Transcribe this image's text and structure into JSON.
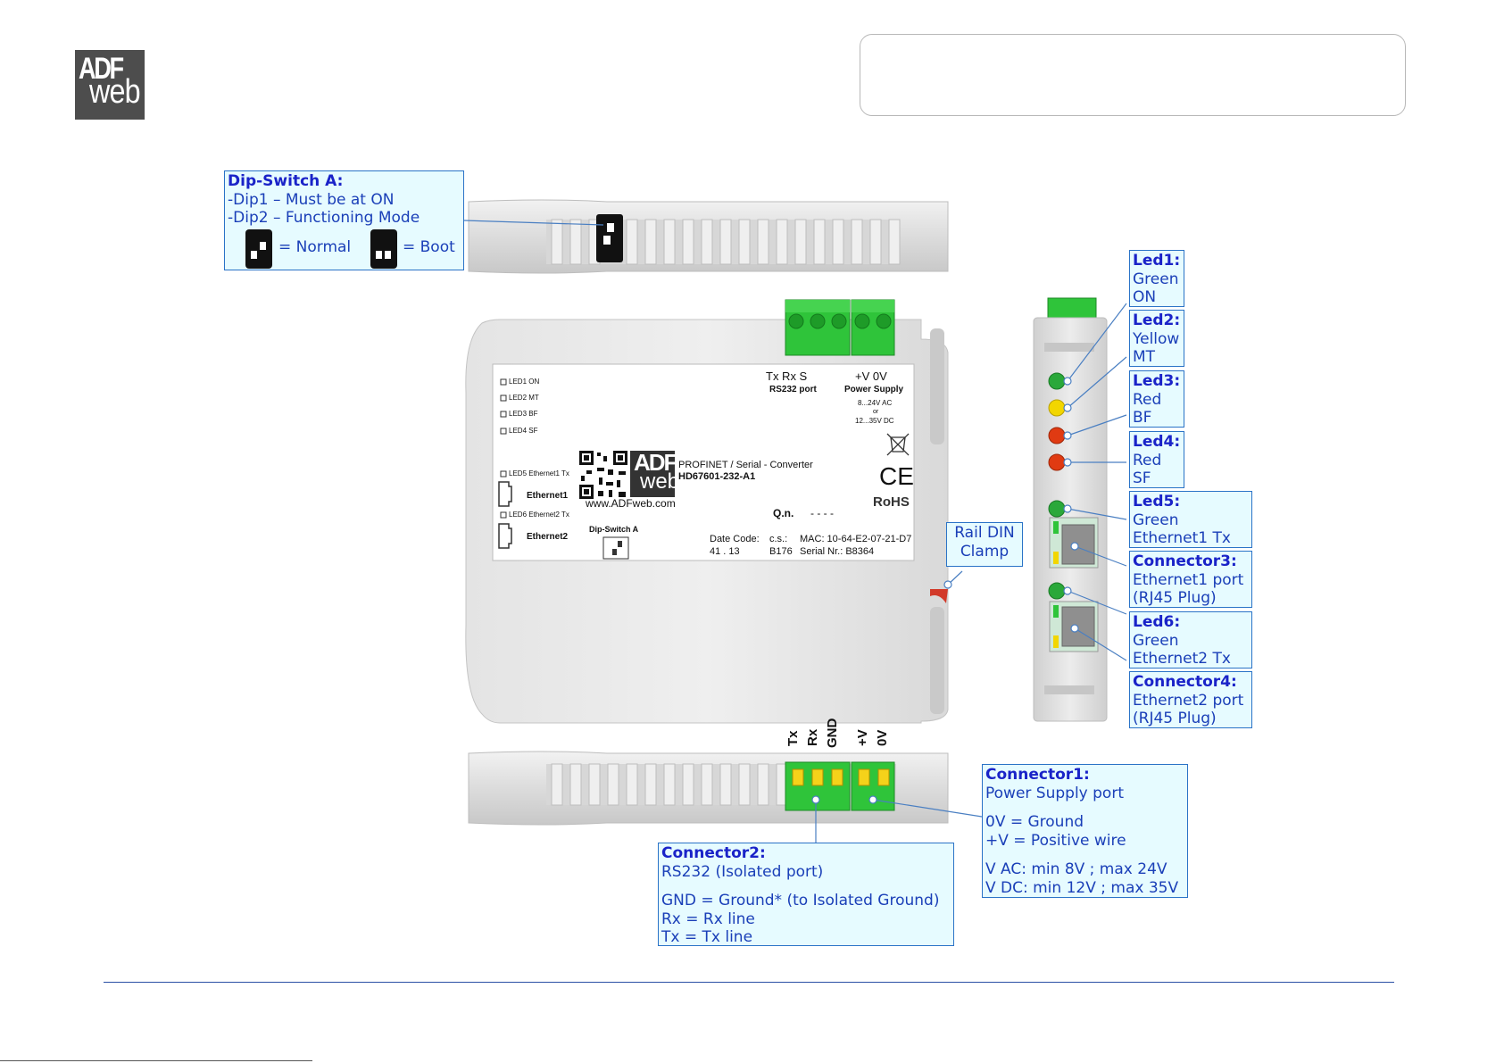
{
  "logo": {
    "line1": "ADF",
    "line2": "web"
  },
  "callouts": {
    "dip_switch_a": {
      "title": "Dip-Switch A:",
      "line1": "-Dip1 – Must be at ON",
      "line2": "-Dip2 – Functioning Mode",
      "normal": "= Normal",
      "boot": "= Boot"
    },
    "led1": {
      "title": "Led1:",
      "line1": "Green",
      "line2": "ON"
    },
    "led2": {
      "title": "Led2:",
      "line1": "Yellow",
      "line2": "MT"
    },
    "led3": {
      "title": "Led3:",
      "line1": "Red",
      "line2": "BF"
    },
    "led4": {
      "title": "Led4:",
      "line1": "Red",
      "line2": "SF"
    },
    "led5": {
      "title": "Led5:",
      "line1": "Green",
      "line2": "Ethernet1 Tx"
    },
    "connector3": {
      "title": "Connector3:",
      "line1": "Ethernet1 port",
      "line2": "(RJ45 Plug)"
    },
    "led6": {
      "title": "Led6:",
      "line1": "Green",
      "line2": "Ethernet2 Tx"
    },
    "connector4": {
      "title": "Connector4:",
      "line1": "Ethernet2 port",
      "line2": "(RJ45 Plug)"
    },
    "rail_din": {
      "line1": "Rail DIN",
      "line2": "Clamp"
    },
    "connector1": {
      "title": "Connector1:",
      "line1": "Power Supply port",
      "line2": "0V = Ground",
      "line3": "+V = Positive wire",
      "line4": "V AC: min 8V ; max 24V",
      "line5": "V DC: min 12V ; max 35V"
    },
    "connector2": {
      "title": "Connector2:",
      "line1": "RS232 (Isolated port)",
      "line2": "GND = Ground* (to Isolated Ground)",
      "line3": "Rx = Rx line",
      "line4": "Tx = Tx line"
    }
  },
  "device_label": {
    "leds": [
      "LED1 ON",
      "LED2 MT",
      "LED3 BF",
      "LED4 SF"
    ],
    "led5": "LED5 Ethernet1 Tx",
    "ethernet1": "Ethernet1",
    "led6": "LED6 Ethernet2 Tx",
    "ethernet2": "Ethernet2",
    "rs232_pins": "Tx   Rx   S",
    "rs232_port": "RS232 port",
    "power_pins": "+V   0V",
    "power_supply": "Power Supply",
    "power_ac": "8...24V AC",
    "power_or": "or",
    "power_dc": "12...35V DC",
    "logo_l1": "ADF",
    "logo_l2": "web",
    "product": "PROFINET / Serial - Converter",
    "model": "HD67601-232-A1",
    "website": "www.ADFweb.com",
    "qn_label": "Q.n.",
    "qn_value": "- - - -",
    "dip_label": "Dip-Switch A",
    "date_code_label": "Date Code:",
    "date_code_value": "41 . 13",
    "cs_label": "c.s.:",
    "cs_value": "B176",
    "mac": "MAC: 10-64-E2-07-21-D7",
    "serial": "Serial Nr.: B8364",
    "ce": "CE",
    "rohs": "RoHS"
  },
  "bottom_pins": [
    "Tx",
    "Rx",
    "GND",
    "+V",
    "0V"
  ],
  "colors": {
    "callout_bg": "#e6fbff",
    "callout_border": "#2a73c7",
    "callout_text": "#1a3fb8",
    "terminal_green": "#2fc43a",
    "led_green": "#2aa83a",
    "led_yellow": "#f2d600",
    "led_red": "#e03a12"
  }
}
